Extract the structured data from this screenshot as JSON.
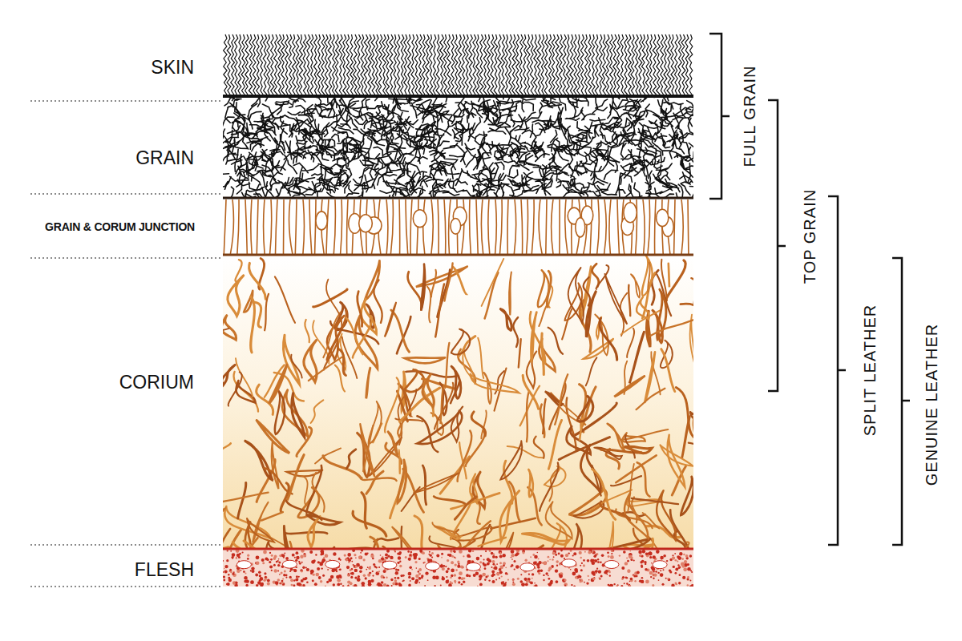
{
  "diagram": {
    "labels": [
      "SKIN",
      "GRAIN",
      "GRAIN & CORUM JUNCTION",
      "CORIUM",
      "FLESH",
      "FULL GRAIN",
      "TOP GRAIN",
      "SPLIT LEATHER",
      "GENUINE LEATHER"
    ]
  }
}
